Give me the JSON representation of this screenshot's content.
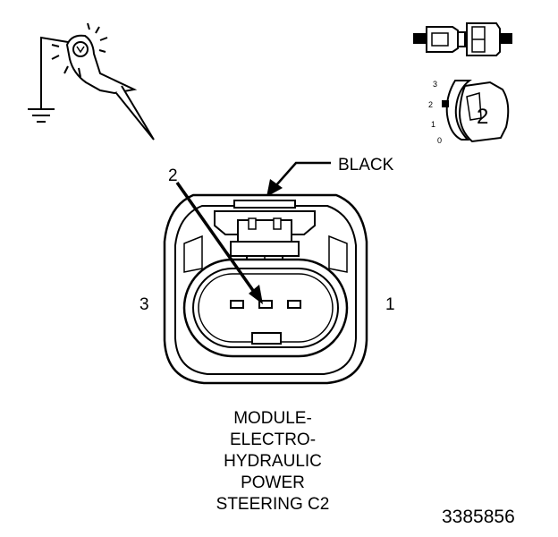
{
  "connector": {
    "color_label": "BLACK",
    "pin_labels": {
      "left": "3",
      "right": "1",
      "probe": "2"
    }
  },
  "key_view": {
    "pin_scale": [
      "3",
      "2",
      "1",
      "0"
    ],
    "pin_number": "2"
  },
  "caption": {
    "lines": [
      "MODULE-",
      "ELECTRO-",
      "HYDRAULIC",
      "POWER",
      "STEERING C2"
    ]
  },
  "figure_number": "3385856",
  "colors": {
    "ink": "#000000",
    "background": "#ffffff",
    "shade": "#c8c8c8"
  }
}
